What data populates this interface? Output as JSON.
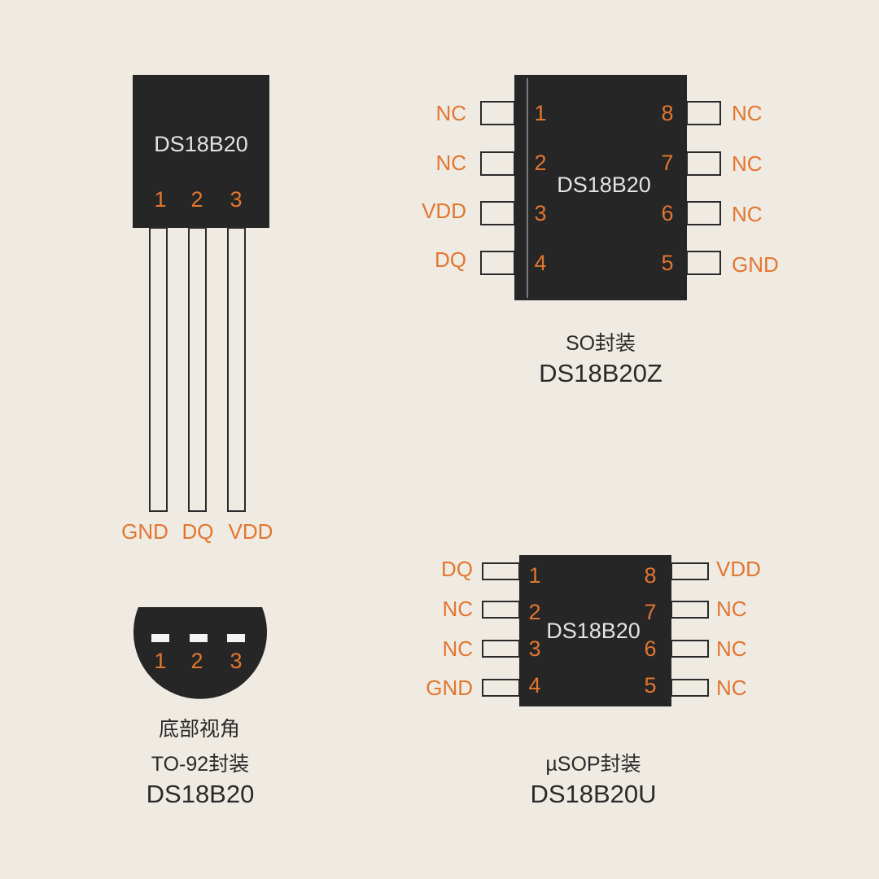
{
  "colors": {
    "background": "#efebe3",
    "chip": "#262626",
    "pin_label": "#e2762f",
    "chip_text": "#e3e3e3",
    "caption": "#2a2a2a",
    "outline": "#2a2a2a"
  },
  "to92": {
    "chip_text": "DS18B20",
    "pin_numbers": [
      "1",
      "2",
      "3"
    ],
    "pin_names": [
      "GND",
      "DQ",
      "VDD"
    ],
    "bottom_view": {
      "pin_numbers": [
        "1",
        "2",
        "3"
      ],
      "label": "底部视角"
    },
    "caption_package": "TO-92封装",
    "caption_model": "DS18B20"
  },
  "so": {
    "chip_text": "DS18B20",
    "left_pins": [
      {
        "num": "1",
        "name": "NC"
      },
      {
        "num": "2",
        "name": "NC"
      },
      {
        "num": "3",
        "name": "VDD"
      },
      {
        "num": "4",
        "name": "DQ"
      }
    ],
    "right_pins": [
      {
        "num": "8",
        "name": "NC"
      },
      {
        "num": "7",
        "name": "NC"
      },
      {
        "num": "6",
        "name": "NC"
      },
      {
        "num": "5",
        "name": "GND"
      }
    ],
    "caption_package": "SO封装",
    "caption_model": "DS18B20Z"
  },
  "usop": {
    "chip_text": "DS18B20",
    "left_pins": [
      {
        "num": "1",
        "name": "DQ"
      },
      {
        "num": "2",
        "name": "NC"
      },
      {
        "num": "3",
        "name": "NC"
      },
      {
        "num": "4",
        "name": "GND"
      }
    ],
    "right_pins": [
      {
        "num": "8",
        "name": "VDD"
      },
      {
        "num": "7",
        "name": "NC"
      },
      {
        "num": "6",
        "name": "NC"
      },
      {
        "num": "5",
        "name": "NC"
      }
    ],
    "caption_package": "µSOP封装",
    "caption_model": "DS18B20U"
  }
}
